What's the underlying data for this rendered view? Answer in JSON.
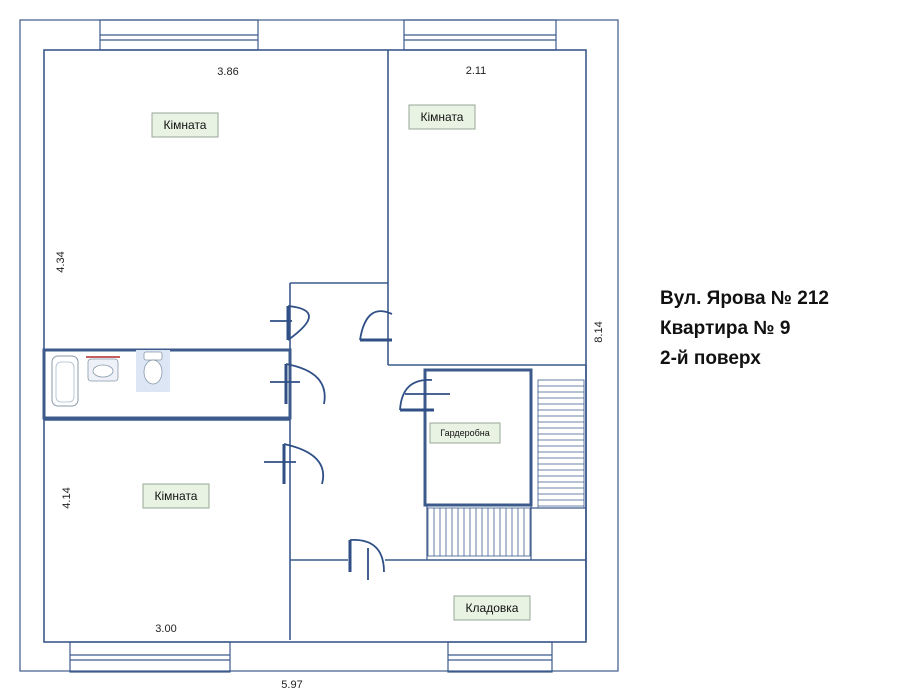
{
  "address": {
    "street": "Вул. Ярова № 212",
    "apartment": "Квартира № 9",
    "floor": "2-й поверх"
  },
  "rooms": [
    {
      "id": "room-1",
      "label": "Кімната"
    },
    {
      "id": "room-2",
      "label": "Кімната"
    },
    {
      "id": "room-3",
      "label": "Кімната"
    },
    {
      "id": "wardrobe",
      "label": "Гардеробна"
    },
    {
      "id": "storage",
      "label": "Кладовка"
    }
  ],
  "dimensions": {
    "top_left_width": "3.86",
    "top_right_width": "2.11",
    "left_upper_height": "4.34",
    "left_lower_height": "4.14",
    "bottom_left_width": "3.00",
    "total_width": "5.97",
    "total_height": "8.14"
  },
  "colors": {
    "walls": "#3c5a8c",
    "label_fill": "#e8f3e3",
    "bath_fixture_bg": "#dde6f5"
  }
}
